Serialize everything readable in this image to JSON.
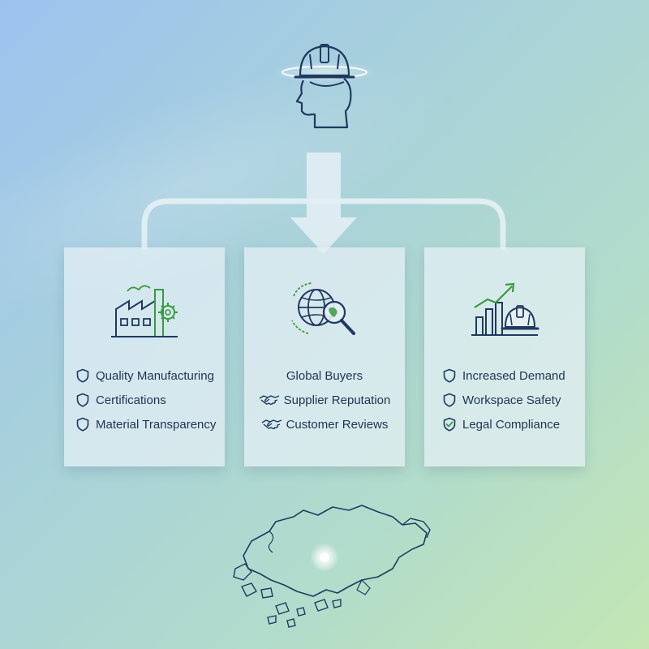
{
  "colors": {
    "navy": "#1f3a5f",
    "green": "#3a9a3e",
    "card_bg": "#e6f0f5"
  },
  "head_icon": "worker-helmet-icon",
  "cards": [
    {
      "icon": "factory-gear-icon",
      "items": [
        {
          "icon": "shield-icon",
          "label": "Quality Manufacturing"
        },
        {
          "icon": "shield-icon",
          "label": "Certifications"
        },
        {
          "icon": "shield-icon",
          "label": "Material Transparency"
        }
      ]
    },
    {
      "icon": "globe-magnifier-icon",
      "items": [
        {
          "icon": "",
          "label": "Global Buyers"
        },
        {
          "icon": "handshake-icon",
          "label": "Supplier Reputation"
        },
        {
          "icon": "handshake-icon",
          "label": "Customer Reviews"
        }
      ]
    },
    {
      "icon": "growth-chart-helmet-icon",
      "items": [
        {
          "icon": "shield-icon",
          "label": "Increased Demand"
        },
        {
          "icon": "shield-icon",
          "label": "Workspace Safety"
        },
        {
          "icon": "shield-check-icon",
          "label": "Legal Compliance"
        }
      ]
    }
  ],
  "map_icon": "singapore-map-icon"
}
